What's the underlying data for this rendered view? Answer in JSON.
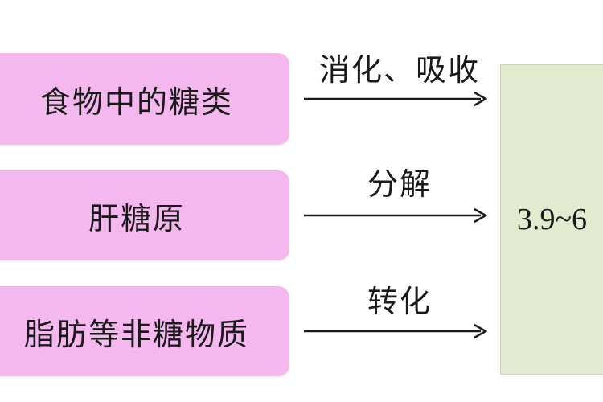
{
  "sources": [
    {
      "label": "食物中的糖类",
      "process": "消化、吸收"
    },
    {
      "label": "肝糖原",
      "process": "分解"
    },
    {
      "label": "脂肪等非糖物质",
      "process": "转化"
    }
  ],
  "target": {
    "text": "3.9~6"
  },
  "colors": {
    "source_fill": "#f4b8ef",
    "target_fill": "#e2ebcf",
    "arrow": "#1a1a1a"
  }
}
